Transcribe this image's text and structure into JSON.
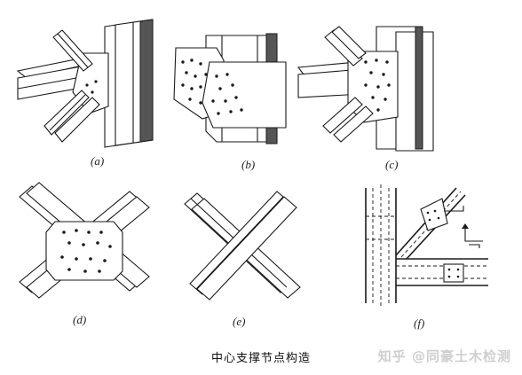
{
  "figure": {
    "caption": "中心支撑节点构造",
    "panels": [
      {
        "id": "a",
        "label": "(a)"
      },
      {
        "id": "b",
        "label": "(b)"
      },
      {
        "id": "c",
        "label": "(c)"
      },
      {
        "id": "d",
        "label": "(d)"
      },
      {
        "id": "e",
        "label": "(e)"
      },
      {
        "id": "f",
        "label": "(f)"
      }
    ]
  },
  "watermark": "知乎 @同豪土木检测"
}
